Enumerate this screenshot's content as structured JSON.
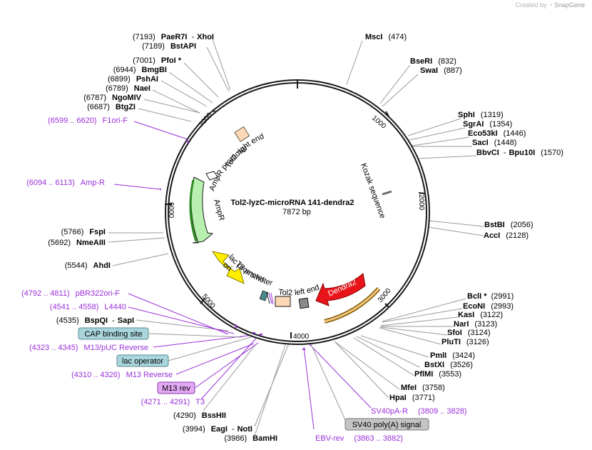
{
  "credit": {
    "prefix": "Created by",
    "brand": "SnapGene"
  },
  "plasmid": {
    "name": "Tol2-lyzC-microRNA 141-dendra2",
    "length": "7872 bp"
  },
  "ticks": [
    "1000",
    "2000",
    "3000",
    "4000",
    "5000",
    "6000",
    "7000"
  ],
  "features": {
    "tol2_right_end": "Tol2 right end",
    "ampr_promoter": "AmpR promoter",
    "ampr": "AmpR",
    "ori": "ori",
    "lac_promoter": "lac promoter",
    "t3_promoter": "T3 promoter",
    "tol2_left_end": "Tol2 left end",
    "dendra2": "Dendra2",
    "kozak": "Kozak sequence"
  },
  "sites": {
    "msci": {
      "name": "MscI",
      "pos": "(474)"
    },
    "berei": {
      "name": "BseRI",
      "pos": "(832)"
    },
    "swai": {
      "name": "SwaI",
      "pos": "(887)"
    },
    "sphi": {
      "name": "SphI",
      "pos": "(1319)"
    },
    "sgrai": {
      "name": "SgrAI",
      "pos": "(1354)"
    },
    "eco53ki": {
      "name": "Eco53kI",
      "pos": "(1446)"
    },
    "saci": {
      "name": "SacI",
      "pos": "(1448)"
    },
    "bbvci": {
      "name": "BbvCI",
      "dash": "-",
      "name2": "Bpu10I",
      "pos": "(1570)"
    },
    "bstbi": {
      "name": "BstBI",
      "pos": "(2056)"
    },
    "acci": {
      "name": "AccI",
      "pos": "(2128)"
    },
    "bcli": {
      "name": "BclI *",
      "pos": "(2991)"
    },
    "econi": {
      "name": "EcoNI",
      "pos": "(2993)"
    },
    "kasi": {
      "name": "KasI",
      "pos": "(3122)"
    },
    "nari": {
      "name": "NarI",
      "pos": "(3123)"
    },
    "sfoi": {
      "name": "SfoI",
      "pos": "(3124)"
    },
    "pluti": {
      "name": "PluTI",
      "pos": "(3126)"
    },
    "pmli": {
      "name": "PmlI",
      "pos": "(3424)"
    },
    "bstxi": {
      "name": "BstXI",
      "pos": "(3526)"
    },
    "pflmi": {
      "name": "PflMI",
      "pos": "(3553)"
    },
    "mfei": {
      "name": "MfeI",
      "pos": "(3758)"
    },
    "hpai": {
      "name": "HpaI",
      "pos": "(3771)"
    },
    "paer7i": {
      "pos": "(7193)",
      "name": "PaeR7I",
      "dash": "-",
      "name2": "XhoI"
    },
    "bstapi": {
      "pos": "(7189)",
      "name": "BstAPI"
    },
    "pfoi": {
      "pos": "(7001)",
      "name": "PfoI *"
    },
    "bmgbi": {
      "pos": "(6944)",
      "name": "BmgBI"
    },
    "pshai": {
      "pos": "(6899)",
      "name": "PshAI"
    },
    "naei": {
      "pos": "(6789)",
      "name": "NaeI"
    },
    "ngomiv": {
      "pos": "(6787)",
      "name": "NgoMIV"
    },
    "btgzi": {
      "pos": "(6687)",
      "name": "BtgZI"
    },
    "fspi": {
      "pos": "(5766)",
      "name": "FspI"
    },
    "nmeaiii": {
      "pos": "(5692)",
      "name": "NmeAIII"
    },
    "ahdi": {
      "pos": "(5544)",
      "name": "AhdI"
    },
    "bspqi": {
      "pos": "(4535)",
      "name": "BspQI",
      "dash": "-",
      "name2": "SapI"
    },
    "bsshii": {
      "pos": "(4290)",
      "name": "BssHII"
    },
    "eagi": {
      "pos": "(3994)",
      "name": "EagI",
      "dash": "-",
      "name2": "NotI"
    },
    "bamhi": {
      "pos": "(3986)",
      "name": "BamHI"
    }
  },
  "primers": {
    "f1ori": {
      "range": "(6599 .. 6620)",
      "name": "F1ori-F"
    },
    "ampr": {
      "range": "(6094 .. 6113)",
      "name": "Amp-R"
    },
    "pbr": {
      "range": "(4792 .. 4811)",
      "name": "pBR322ori-F"
    },
    "l4440": {
      "range": "(4541 .. 4558)",
      "name": "L4440"
    },
    "m13puc": {
      "range": "(4323 .. 4345)",
      "name": "M13/pUC Reverse"
    },
    "m13rev": {
      "range": "(4310 .. 4326)",
      "name": "M13 Reverse"
    },
    "t3": {
      "range": "(4271 .. 4291)",
      "name": "T3"
    },
    "sv40pa": {
      "name": "SV40pA-R",
      "range": "(3809 .. 3828)"
    },
    "ebv": {
      "name": "EBV-rev",
      "range": "(3863 .. 3882)"
    }
  },
  "boxes": {
    "cap": "CAP binding site",
    "lacop": "lac operator",
    "m13rev": "M13 rev",
    "sv40": "SV40 poly(A) signal"
  },
  "colors": {
    "backbone": "#1a1a1a",
    "primer": "#9b30d9",
    "ampr": "#b8f0b0",
    "ori": "#ffee00",
    "dendra2": "#e8141a",
    "cap_box": "#a9d6dc",
    "m13_box": "#e3a8f4",
    "sv40_box": "#c4c4c4"
  }
}
